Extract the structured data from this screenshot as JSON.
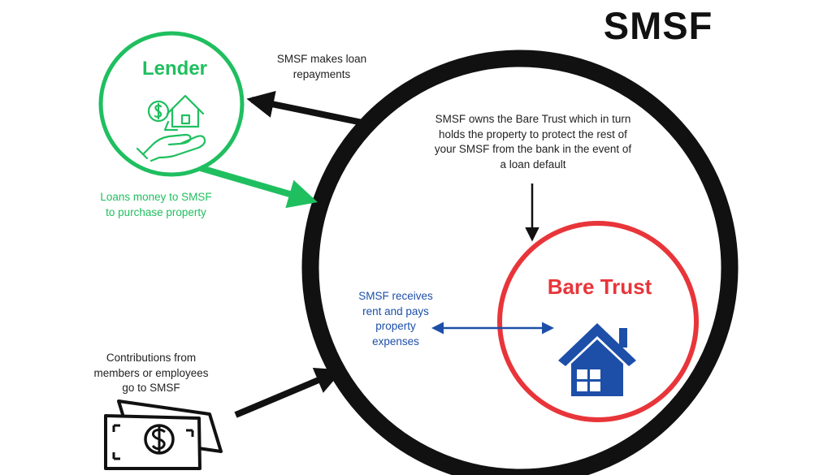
{
  "title": "SMSF",
  "lender": {
    "label": "Lender",
    "color": "#1fbf5f",
    "icon": "hand-house-money-icon"
  },
  "bare_trust": {
    "label": "Bare Trust",
    "color": "#e8353a",
    "icon": "house-icon",
    "icon_color": "#1d4fa8"
  },
  "smsf_circle_color": "#111111",
  "labels": {
    "repayments": "SMSF makes loan\nrepayments",
    "loans": "Loans money to SMSF\nto purchase property",
    "owns": "SMSF owns the Bare Trust which in turn\nholds the property to protect the rest of\nyour SMSF from the bank in the event of\na loan default",
    "receives": "SMSF receives\nrent and pays\nproperty\nexpenses",
    "contributions": "Contributions from\nmembers or employees\ngo to SMSF"
  },
  "label_colors": {
    "loans": "#1fbf5f",
    "receives": "#1d4fa8"
  },
  "contributions_icon": "cash-dollar-icon"
}
